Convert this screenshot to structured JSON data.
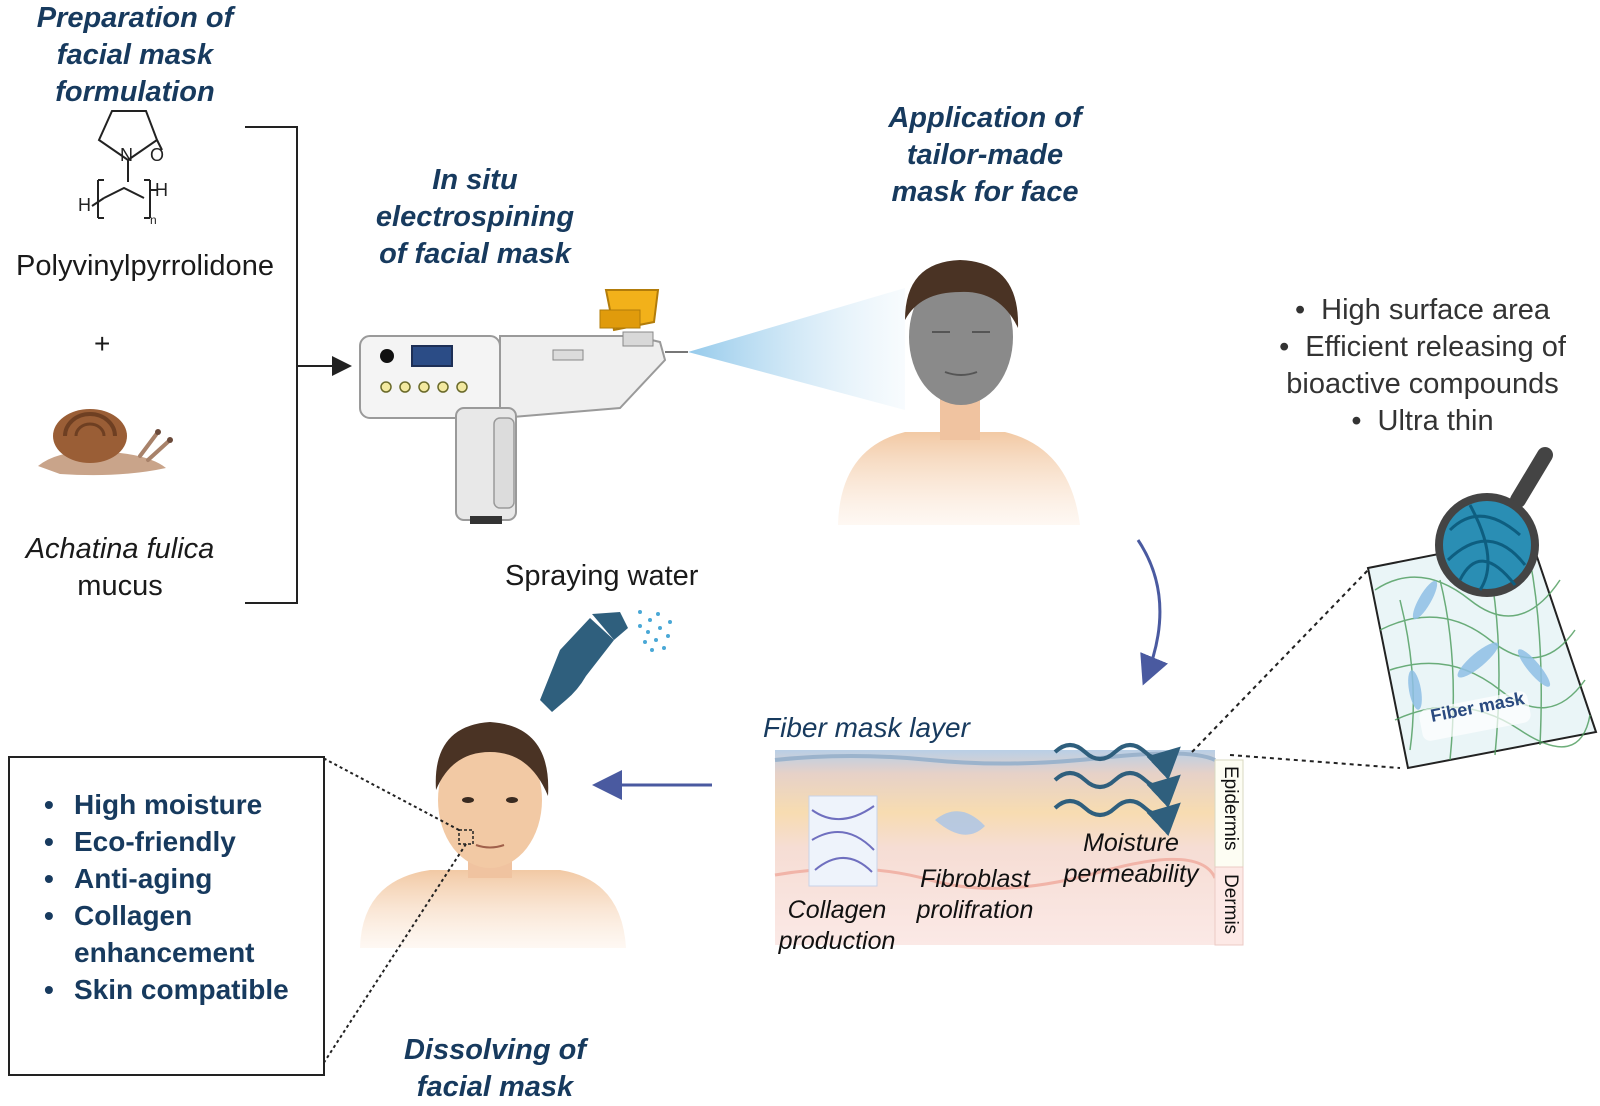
{
  "titles": {
    "preparation": [
      "Preparation of",
      "facial mask",
      "formulation"
    ],
    "electrospinning": [
      "In situ",
      "electrospining",
      "of facial mask"
    ],
    "application": [
      "Application of",
      "tailor-made",
      "mask for face"
    ],
    "dissolving": [
      "Dissolving of",
      "facial mask"
    ]
  },
  "formulation": {
    "chem_labels": {
      "N": "N",
      "O": "O",
      "H_left": "H",
      "H_right": "H",
      "n": "n"
    },
    "polymer": "Polyvinylpyrrolidone",
    "plus": "+",
    "mucus_line1": "Achatina fulica",
    "mucus_line2": "mucus"
  },
  "spraying_water": "Spraying water",
  "properties": [
    "High surface area",
    "Efficient releasing of",
    "bioactive compounds",
    "Ultra thin"
  ],
  "fiber_mask_label": "Fiber mask",
  "skin": {
    "layer_title": "Fiber mask layer",
    "collagen": [
      "Collagen",
      "production"
    ],
    "fibroblast": [
      "Fibroblast",
      "prolifration"
    ],
    "moisture": [
      "Moisture",
      "permeability"
    ],
    "epidermis": "Epidermis",
    "dermis": "Dermis"
  },
  "benefits": [
    "High moisture",
    "Eco-friendly",
    "Anti-aging",
    "Collagen",
    "enhancement",
    "Skin compatible"
  ],
  "colors": {
    "title": "#173a5e",
    "arrow": "#4a5aa0",
    "skin": "#f2c9a4",
    "hair": "#4a3324",
    "mask_fiber": "#2b8cb0",
    "bottle": "#2f5f7d"
  }
}
